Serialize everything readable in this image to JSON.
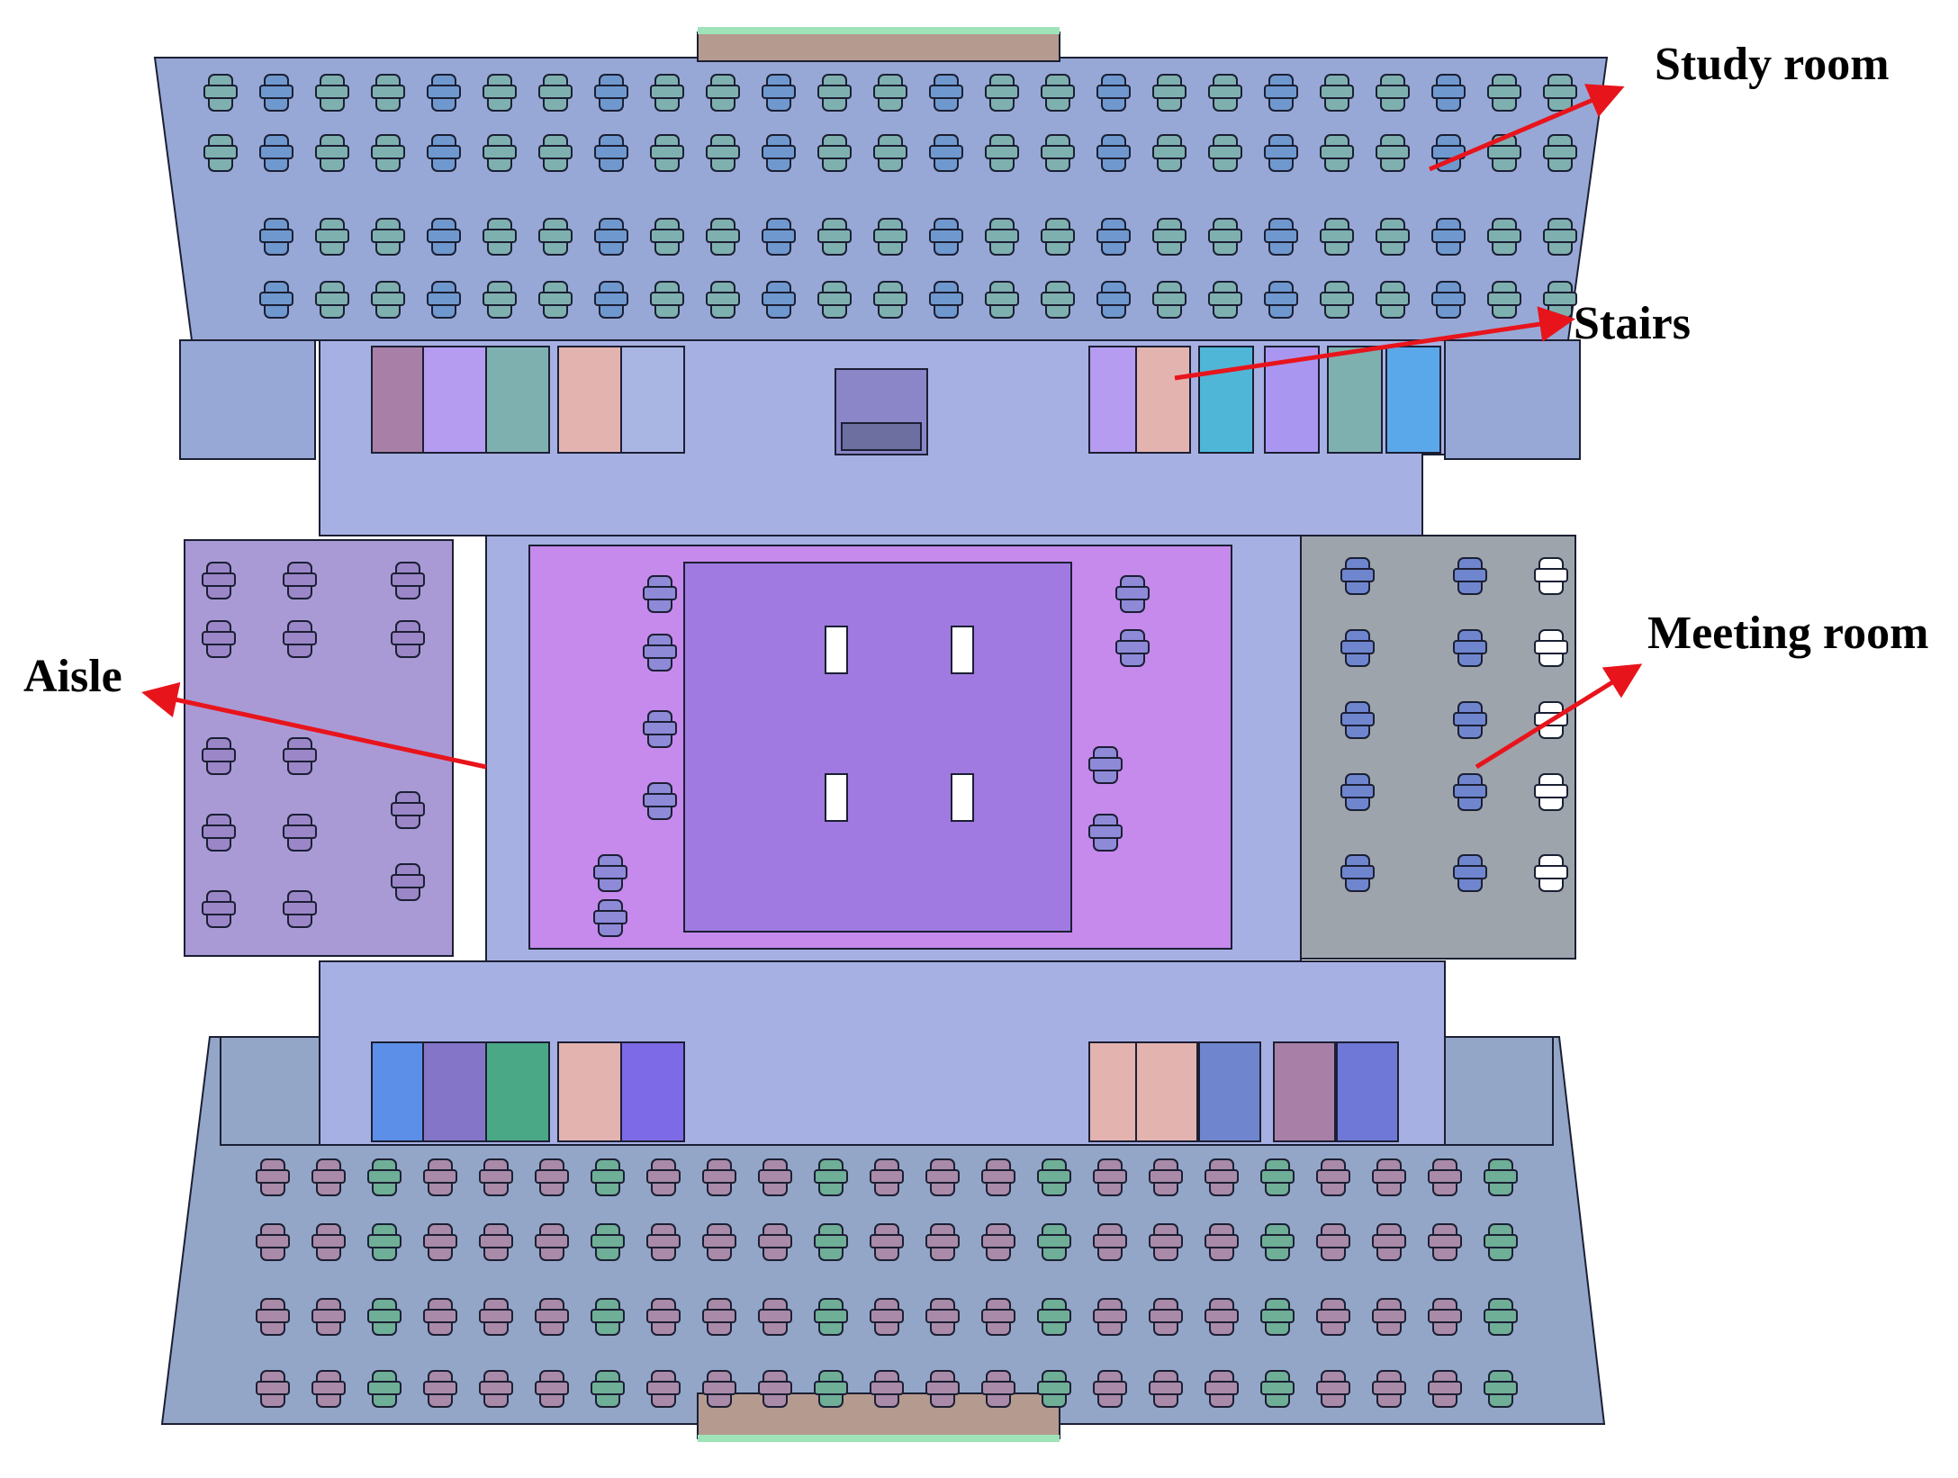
{
  "labels": {
    "study_room": "Study room",
    "stairs": "Stairs",
    "meeting_room": "Meeting room",
    "aisle": "Aisle"
  },
  "colors": {
    "background": "#ffffff",
    "outline": "#1b1f33",
    "floor_outer": "#97a8d6",
    "floor_bottom": "#93a6c8",
    "corridor": "#a7b0e2",
    "center_core": "#a07ae0",
    "core_ring": "#c689ec",
    "left_room": "#a99ad6",
    "right_room": "#9ea4ac",
    "arrow": "#e8141c",
    "desk_blue": "#6f98cf",
    "desk_teal": "#7fb0b0",
    "desk_mauve": "#a98aa8",
    "desk_green": "#6fae97",
    "stair_salmon": "#e3b3b0",
    "stair_cyan": "#4fb6d8",
    "stair_violet": "#b59cf0",
    "stair_green": "#4aa887",
    "stair_plum": "#a87fa6"
  }
}
